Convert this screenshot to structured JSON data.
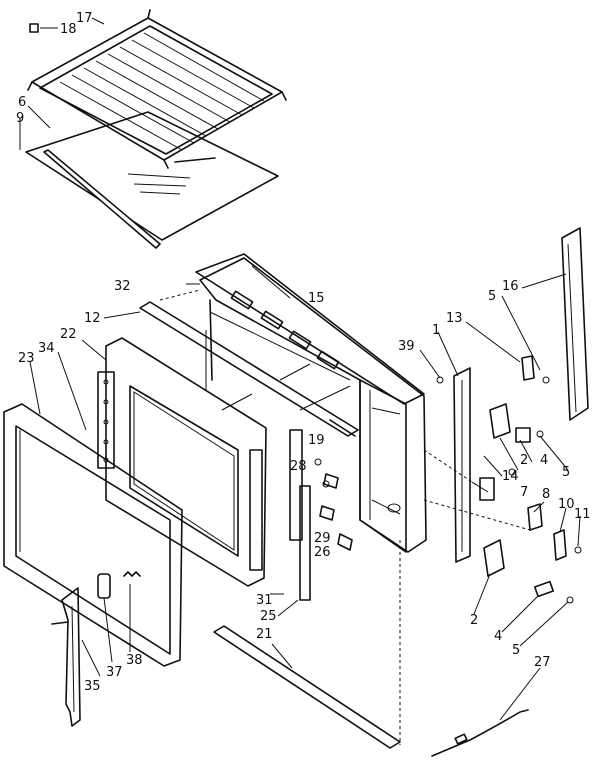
{
  "callouts": [
    {
      "id": "c18",
      "text": "18"
    },
    {
      "id": "c17",
      "text": "17"
    },
    {
      "id": "c6",
      "text": "6"
    },
    {
      "id": "c9",
      "text": "9"
    },
    {
      "id": "c32",
      "text": "32"
    },
    {
      "id": "c15",
      "text": "15"
    },
    {
      "id": "c12",
      "text": "12"
    },
    {
      "id": "c22",
      "text": "22"
    },
    {
      "id": "c34",
      "text": "34"
    },
    {
      "id": "c23",
      "text": "23"
    },
    {
      "id": "c19",
      "text": "19"
    },
    {
      "id": "c28",
      "text": "28"
    },
    {
      "id": "c29",
      "text": "29"
    },
    {
      "id": "c26",
      "text": "26"
    },
    {
      "id": "c31",
      "text": "31"
    },
    {
      "id": "c25",
      "text": "25"
    },
    {
      "id": "c21",
      "text": "21"
    },
    {
      "id": "c37",
      "text": "37"
    },
    {
      "id": "c38",
      "text": "38"
    },
    {
      "id": "c35",
      "text": "35"
    },
    {
      "id": "c16",
      "text": "16"
    },
    {
      "id": "c5a",
      "text": "5"
    },
    {
      "id": "c13",
      "text": "13"
    },
    {
      "id": "c1",
      "text": "1"
    },
    {
      "id": "c39",
      "text": "39"
    },
    {
      "id": "c2a",
      "text": "2"
    },
    {
      "id": "c4a",
      "text": "4"
    },
    {
      "id": "c5b",
      "text": "5"
    },
    {
      "id": "c14",
      "text": "14"
    },
    {
      "id": "c7",
      "text": "7"
    },
    {
      "id": "c8",
      "text": "8"
    },
    {
      "id": "c10",
      "text": "10"
    },
    {
      "id": "c11",
      "text": "11"
    },
    {
      "id": "c2b",
      "text": "2"
    },
    {
      "id": "c4b",
      "text": "4"
    },
    {
      "id": "c5c",
      "text": "5"
    },
    {
      "id": "c27",
      "text": "27"
    }
  ]
}
